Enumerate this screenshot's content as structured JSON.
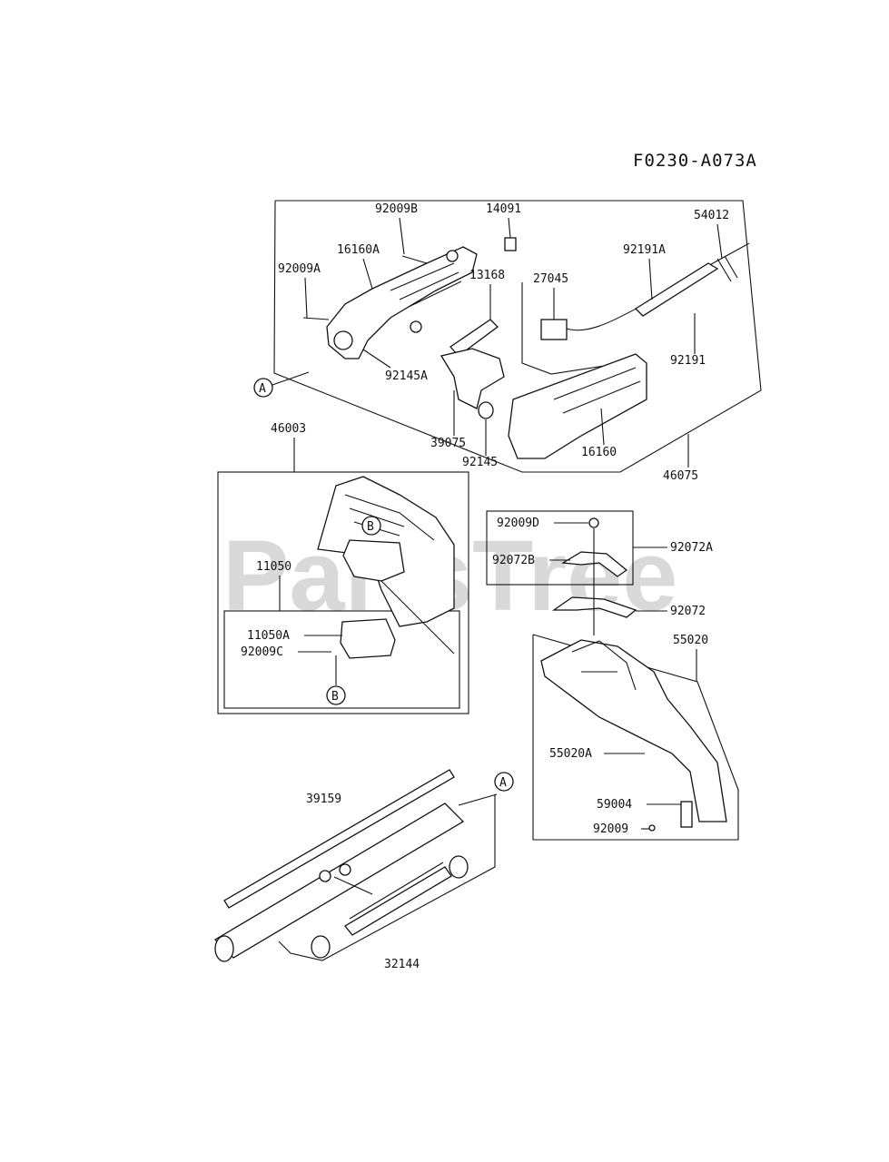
{
  "diagram": {
    "code": "F0230-A073A",
    "watermark": "PartsTree",
    "callouts": {
      "a": "A",
      "b": "B"
    },
    "labels": {
      "p92009B": "92009B",
      "p14091": "14091",
      "p54012": "54012",
      "p16160A": "16160A",
      "p92191A": "92191A",
      "p92009A": "92009A",
      "p13168": "13168",
      "p27045": "27045",
      "p92191": "92191",
      "p92145A": "92145A",
      "p39075": "39075",
      "p16160": "16160",
      "p92145": "92145",
      "p46075": "46075",
      "p46003": "46003",
      "p11050": "11050",
      "p11050A": "11050A",
      "p92009C": "92009C",
      "p92009D": "92009D",
      "p92072B": "92072B",
      "p92072A": "92072A",
      "p92072": "92072",
      "p55020": "55020",
      "p55020A": "55020A",
      "p59004": "59004",
      "p92009": "92009",
      "p39159": "39159",
      "p32144": "32144"
    }
  }
}
